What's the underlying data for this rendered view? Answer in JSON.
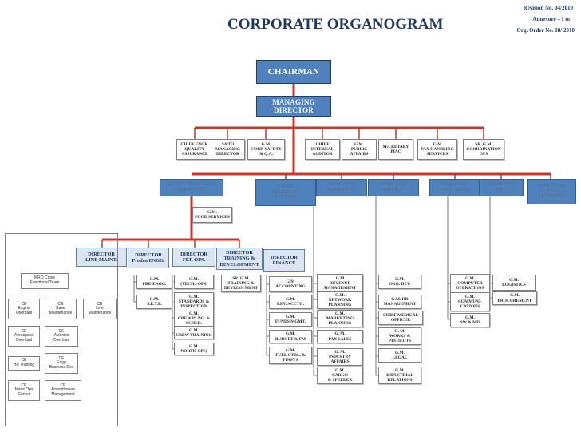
{
  "title": "CORPORATE ORGANOGRAM",
  "revision": {
    "line1": "Revision No.   04/2010",
    "line2": "Annexure – I to",
    "line3": "Org. Order No. 18/ 2010"
  },
  "top": {
    "chairman": "CHAIRMAN",
    "managing_director": "MANAGING\nDIRECTOR"
  },
  "staff": [
    "CHIEF ENGR.\nQUALITY\nASSURANCE",
    "SA TO\nMANAGING\nDIRECTOR",
    "G.M.\nCORP. SAFETY\n& Q.A.",
    "CHIEF\nINTERNAL\nAUDITOR",
    "G.M.\nPUBLIC\nAFFAIRS",
    "SECRETARY\nPIAC",
    "G.M\nPAX HANDLING\nSERVICES",
    "SR. G.M.\nCOORDINATION\nOPS"
  ],
  "directors": [
    "DEPUTY MANAGING\nDIRECTOR",
    "CHIEF\nFINANCIAL\nOFFICER",
    "DIRECTOR\nMARKETING",
    "DIRECTOR\nHRA & C",
    "DIRECTOR\nINFO. TECH.",
    "DIRECTOR\nP&L",
    "DIRECTOR\nCARGO\nPLANNING"
  ],
  "food_services": "G.M.\nFOOD SERVICES",
  "sub_directors": [
    "DIRECTOR\nLINE MAINT.",
    "DIRECTOR\nProdcn ENGG.",
    "DIRECTOR\nFLT. OPS.",
    "DIRECTOR\nTRAINING &\nDEVELOPMENT",
    "DIRECTOR\nFINANCE"
  ],
  "columns": {
    "prodcn_engg": [
      "G.M.\nPRE-ENGG.",
      "G.M.\nS.E.T.E."
    ],
    "flt_ops": [
      "G.M.\n(TECH.) OPS.",
      "G.M.\nSTANDARDS &\nINSPECTION",
      "G.M.\nCREW PLNG. &\nSCHED.",
      "G.M.\nCREW TRAINING",
      "G.M.\nNORTH OPS)"
    ],
    "training": [
      "SR. G.M.\nTRAINING &\nDEVELOPMENT"
    ],
    "finance": [
      "G.M\nACCOUNTING",
      "G.M.\nREV. ACCTG.",
      "G.M.\nFUNDS MGMT.",
      "G.M.\nBUDGET & FM",
      "G.M.\nFUEL CTRL. &\nFINSYS"
    ],
    "marketing": [
      "G.M\nREVENUE\nMANAGEMENT",
      "G.M.\nNETWORK\nPLANNING",
      "G.M.\nMARKETING\nPLANNING",
      "G. M.\nPAX SALES",
      "G. M.\nINDUSTRY\nAFFAIRS",
      "G.M.\nCARGO\n& SPEEDEX"
    ],
    "hra": [
      "G.M.\nORG. DEV.",
      "G.M. HR\nMANAGEMENT",
      "CHIEF MEDICAL\nOFFICER",
      "G. M.\nWORKS &\nPROJECTS",
      "G.M.\nLEGAL",
      "G.M.\nINDUSTRIAL\nRELATIONS"
    ],
    "it": [
      "G.M.\nCOMPUTER\nOPERATIONS",
      "G.M.\nCOMMUNI-\nCATIONS",
      "G.M.\nNW & MIS"
    ],
    "pl": [
      "G.M.\nLOGISTICS",
      "G.M.\nPROCUREMENT"
    ]
  },
  "mro": {
    "header": "MRO Cross\nFunctional Team",
    "items": [
      "CE\nEngine\nOverhaul",
      "CE\nBase\nMaintenance",
      "CE\nLine\nMaintenance",
      "CE\nAerospace\nOverhaul",
      "CE\nAvionics\nOverhaul",
      "CE\nHR Training",
      "CE\nEngg\nBusiness Dev",
      "CE\nMaint Ops\nCenter",
      "CE\nAirworthiness\nManagement"
    ]
  }
}
